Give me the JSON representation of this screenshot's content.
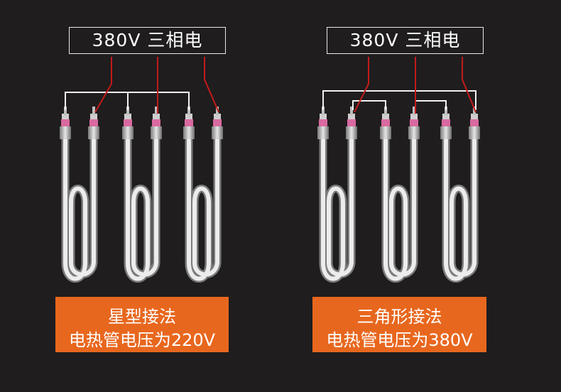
{
  "panels": [
    {
      "label": "380V 三相电",
      "caption_title": "星型接法",
      "caption_voltage": "电热管电压为220V"
    },
    {
      "label": "380V 三相电",
      "caption_title": "三角形接法",
      "caption_voltage": "电热管电压为380V"
    }
  ],
  "colors": {
    "background": "#1f1d1e",
    "wire_red": "#c41a1a",
    "bus_white": "#f2f2f2",
    "caption_orange": "#e8671e",
    "tube_silver": "#d8d8d8",
    "insulator_pink": "#d86aa0"
  }
}
